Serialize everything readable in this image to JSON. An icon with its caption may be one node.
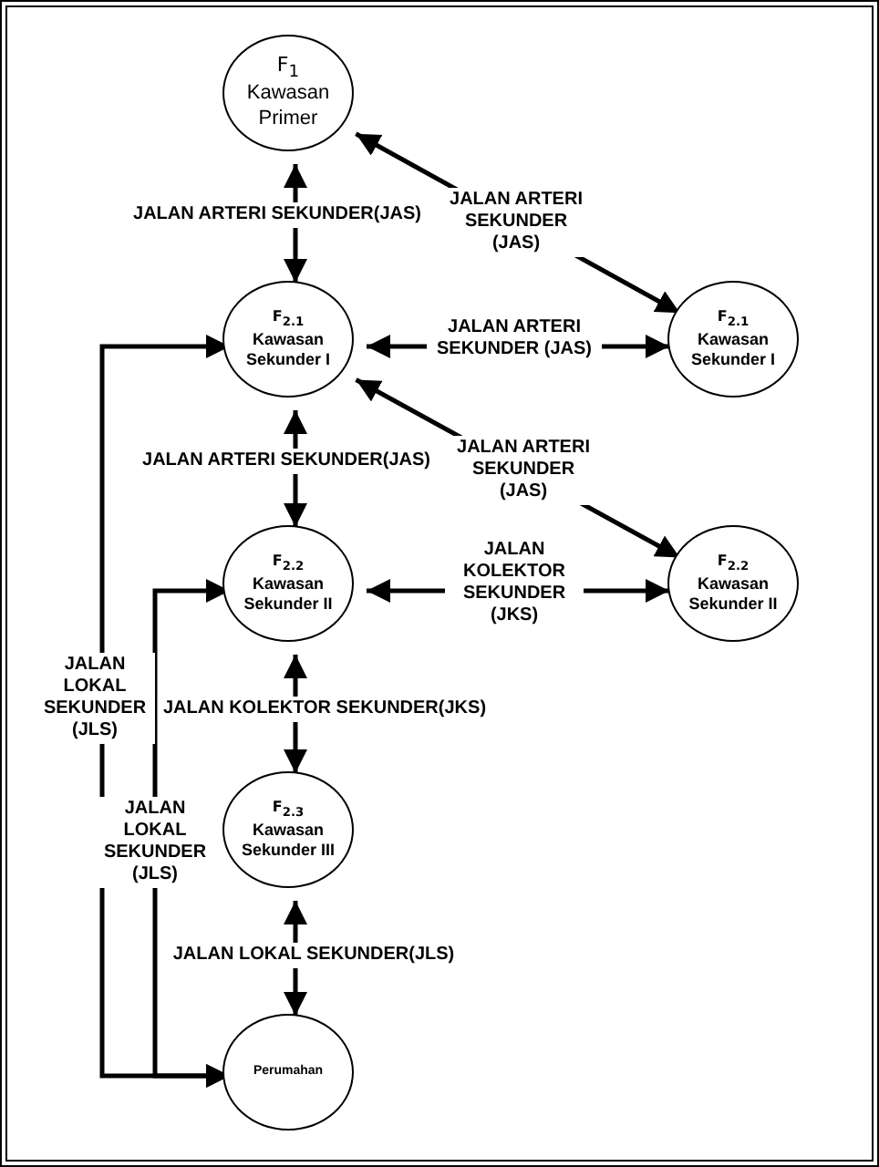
{
  "diagram": {
    "nodes": [
      {
        "text": [
          "F$_{1}$",
          "Kawasan Primer"
        ]
      },
      {
        "text": [
          "F$_{2.1}$",
          "Kawasan Sekunder I"
        ]
      },
      {
        "text": [
          "F$_{2.1}$",
          "Kawasan Sekunder I"
        ]
      },
      {
        "text": [
          "F$_{2.2}$",
          "Kawasan Sekunder II"
        ]
      },
      {
        "text": [
          "F$_{2.2}$",
          "Kawasan Sekunder II"
        ]
      },
      {
        "text": [
          "F$_{2.3}$",
          "Kawasan Sekunder III"
        ]
      },
      {
        "text": [
          "Perumahan"
        ]
      }
    ],
    "edges": [
      {
        "from": 0,
        "to": 1,
        "arrow": "both",
        "label": "JALAN ARTERI SEKUNDER(JAS)"
      },
      {
        "from": 0,
        "to": 2,
        "arrow": "both",
        "label": "JALAN ARTERI SEKUNDER (JAS)"
      },
      {
        "from": 1,
        "to": 2,
        "arrow": "both",
        "label": "JALAN ARTERI SEKUNDER (JAS)"
      },
      {
        "from": 1,
        "to": 3,
        "arrow": "both",
        "label": "JALAN ARTERI SEKUNDER(JAS)"
      },
      {
        "from": 1,
        "to": 4,
        "arrow": "both",
        "label": "JALAN ARTERI SEKUNDER (JAS)"
      },
      {
        "from": 3,
        "to": 4,
        "arrow": "both",
        "label": "JALAN KOLEKTOR SEKUNDER (JKS)"
      },
      {
        "from": 3,
        "to": 5,
        "arrow": "both",
        "label": "JALAN KOLEKTOR SEKUNDER(JKS)"
      },
      {
        "from": 5,
        "to": 6,
        "arrow": "both",
        "label": "JALAN LOKAL SEKUNDER(JLS)"
      },
      {
        "from": 1,
        "to": 6,
        "arrow": "both",
        "label": "JALAN LOKAL SEKUNDER (JLS)"
      },
      {
        "from": 3,
        "to": 6,
        "arrow": "both",
        "label": "JALAN LOKAL SEKUNDER (JLS)"
      }
    ]
  }
}
